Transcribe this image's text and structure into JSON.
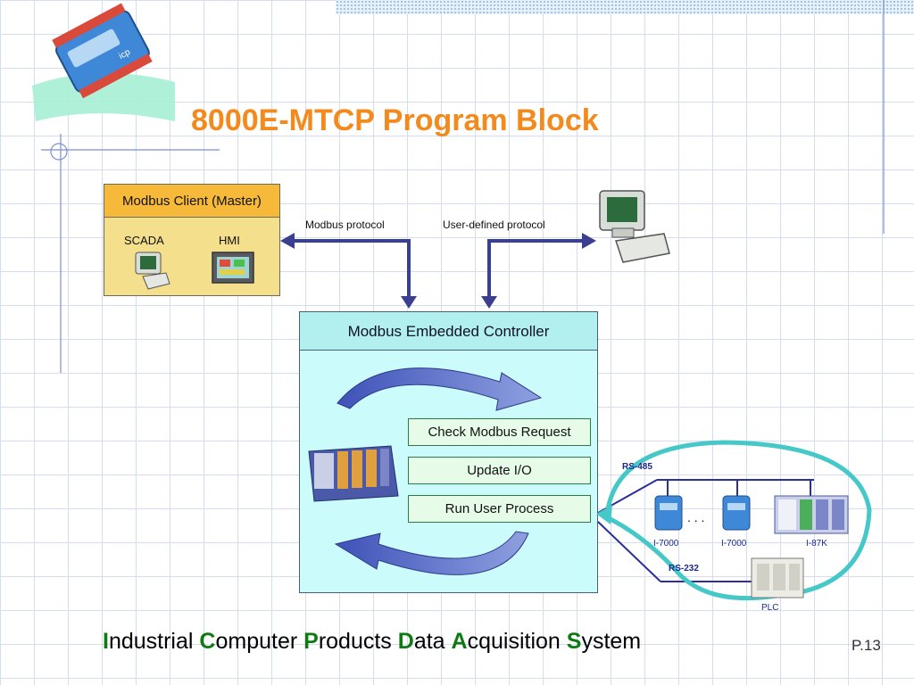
{
  "title": "8000E-MTCP Program Block",
  "client": {
    "header": "Modbus Client (Master)",
    "scada": "SCADA",
    "hmi": "HMI"
  },
  "protocols": {
    "modbus": "Modbus protocol",
    "user_defined": "User-defined protocol"
  },
  "controller": {
    "header": "Modbus Embedded Controller",
    "steps": [
      "Check Modbus Request",
      "Update I/O",
      "Run User Process"
    ]
  },
  "network": {
    "rs485": "RS-485",
    "rs232": "RS-232",
    "ellipsis": ". . .",
    "devices": [
      "I-7000",
      "I-7000",
      "I-87K",
      "PLC"
    ]
  },
  "footer": {
    "words": [
      {
        "cap": "I",
        "rest": "ndustrial "
      },
      {
        "cap": "C",
        "rest": "omputer "
      },
      {
        "cap": "P",
        "rest": "roducts "
      },
      {
        "cap": "D",
        "rest": "ata "
      },
      {
        "cap": "A",
        "rest": "cquisition "
      },
      {
        "cap": "S",
        "rest": "ystem"
      }
    ],
    "page": "P.13"
  },
  "colors": {
    "title": "#f28a1e",
    "client_header": "#f7b93a",
    "client_body": "#f3df8c",
    "controller_body": "#ccfbfb",
    "step_fill": "#e7fce8",
    "arrow": "#3a3f8f",
    "network_line": "#2a2f9a",
    "network_loop": "#46c8c8",
    "footer_capital": "#0d7a12"
  }
}
